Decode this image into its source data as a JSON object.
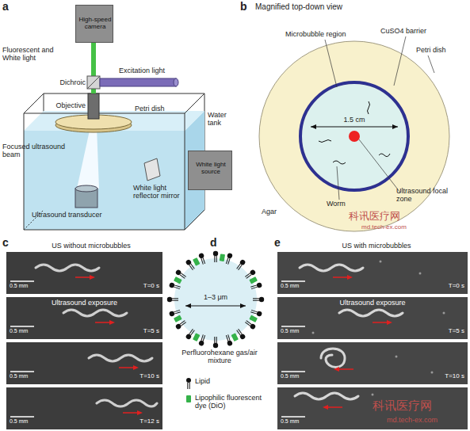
{
  "diagram": {
    "nodes": [
      {
        "text": [
          "High-speed camera"
        ]
      },
      {
        "text": [
          "White light source"
        ]
      },
      {
        "text": [
          "0.5 mm",
          "T=0 s"
        ]
      },
      {
        "text": [
          "Ultrasound exposure",
          "0.5 mm",
          "T=5 s"
        ]
      },
      {
        "text": [
          "0.5 mm",
          "T=10 s"
        ]
      },
      {
        "text": [
          "0.5 mm",
          "T=12 s"
        ]
      },
      {
        "text": [
          "0.5 mm",
          "T=0 s"
        ]
      },
      {
        "text": [
          "Ultrasound exposure",
          "0.5 mm",
          "T=5 s"
        ]
      },
      {
        "text": [
          "0.5 mm",
          "T=10 s"
        ]
      },
      {
        "text": [
          "0.5 mm"
        ]
      }
    ],
    "labels": [
      "a",
      "Fluorescent and White light",
      "Dichroic",
      "Excitation light",
      "Objective",
      "Petri dish",
      "Water tank",
      "Focused ultrasound beam",
      "Ultrasound transducer",
      "White light reflector mirror",
      "b",
      "Magnified top-down view",
      "Microbubble region",
      "CuSO4 barrier",
      "Petri dish",
      "1.5 cm",
      "Agar",
      "Worm",
      "Ultrasound focal zone",
      "科讯医疗网",
      "md.tech-ex.com",
      "c",
      "US without microbubbles",
      "d",
      "1–3 μm",
      "Perfluorohexane gas/air mixture",
      "e",
      "US with microbubbles",
      "科讯医疗网",
      "md.tech-ex.com"
    ],
    "legend": [
      {
        "text": "Lipid"
      },
      {
        "text": "Lipophilic fluorescent dye (DiO)"
      }
    ]
  }
}
